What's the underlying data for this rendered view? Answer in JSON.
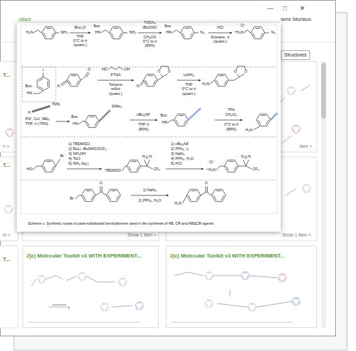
{
  "diagram": {
    "caption": "Scheme x. Synthetic routes to para-substituted benzylamines used in the synthesis of AB, CR and AB&CR agents",
    "nodes": [
      {
        "text": [
          "Structures"
        ]
      },
      {
        "text": [
          "2)c) Molecular Toolkit v3 WITH EXPERIMENT..."
        ]
      },
      {
        "text": [
          "2)c) Molecular Toolkit v3 WITH EXPERIMENT..."
        ]
      }
    ],
    "labels": [
      "—",
      "□",
      "✕",
      "ullacli",
      "ierre Morieux",
      "T...",
      "n >",
      "item >",
      "T...",
      "m >",
      "Show 1 item >",
      "Show 1 item >",
      "T...",
      "H₂N",
      "NH₂",
      "Boc₂O",
      "THF",
      "0°C to rt",
      "(quant.)",
      "Boc",
      "HN",
      "NH₂",
      "TMSN₃",
      "tBuONO",
      "CH₃CN",
      "0°C to rt",
      "(69%)",
      "Boc",
      "HN",
      "N₃",
      "HCl",
      "Dioxane, rt",
      "(quant.)",
      "Cl⁻",
      "⁺H₃N",
      "N₃",
      "N",
      "O",
      "HO",
      "OH",
      "PTSA",
      "Toluene",
      "reflux",
      "(quant.)",
      "N",
      "O",
      "O",
      "LiAlH₄",
      "THF",
      "0°C to rt",
      "(quant.)",
      "H₂N",
      "O",
      "O",
      "I",
      "Boc",
      "HN",
      "H",
      "TMS",
      "Pd⁰, CuI, NEt₃",
      "THF, rt (75%)",
      "Boc",
      "HN",
      "SiMe₃",
      "nBu₄NF",
      "THF rt",
      "(80%)",
      "Boc",
      "HN",
      "TFA",
      "CH₂Cl₂",
      "0°C to rt",
      "(89%)",
      "H₂N",
      "HO",
      "Br",
      "1) TBDMSCl",
      "2) BuLi, tBuNHCOCF₃",
      "3) NH₂OH",
      "4) TsCl",
      "5) NH₃ (liq.)",
      "TBDMSO",
      "N",
      "N",
      "CF₃",
      "1) nBu₄NF",
      "2) PPh₃, I₂",
      "3) NaN₃",
      "4) PPh₃, H₂O",
      "5) HCl",
      "Cl⁻",
      "⁺H₃N",
      "N",
      "N",
      "CF₃",
      "Br",
      "O",
      "1) NaN₃",
      "2) PPh₃, H₂O",
      "H₂N",
      "O"
    ]
  }
}
